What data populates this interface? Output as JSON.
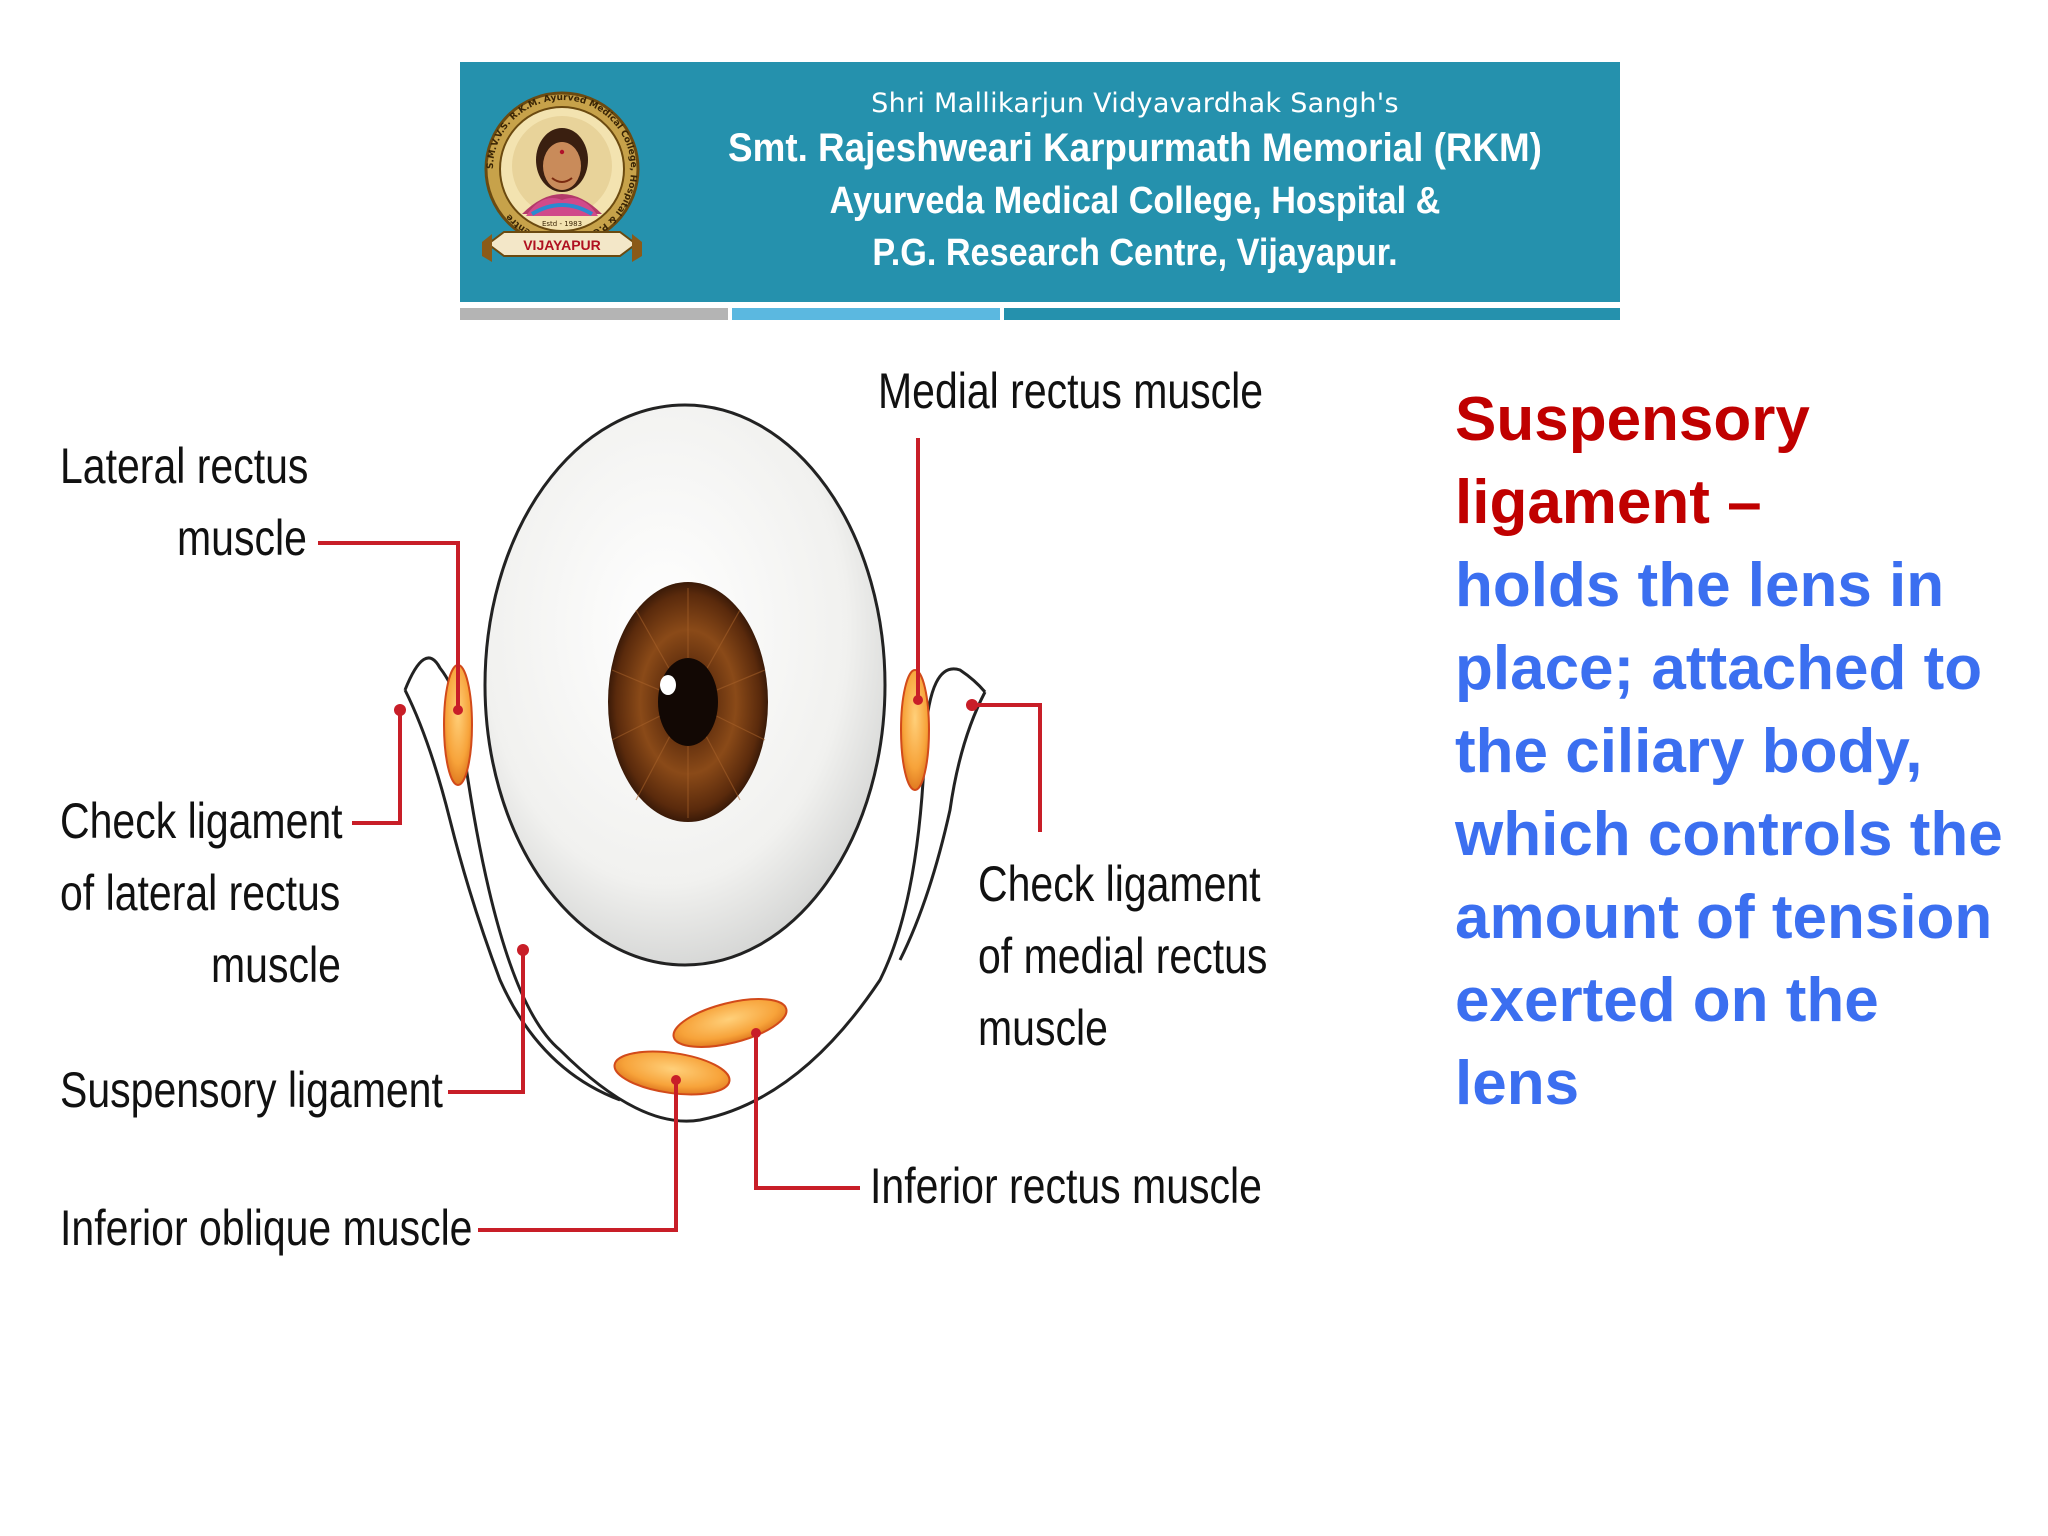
{
  "banner": {
    "line1": "Shri Mallikarjun Vidyavardhak Sangh's",
    "line2": "Smt. Rajeshweari Karpurmath Memorial (RKM)",
    "line3": "Ayurveda Medical College, Hospital &",
    "line4": "P.G. Research Centre, Vijayapur.",
    "seal_ribbon": "VIJAYAPUR",
    "seal_ring": "S.M.V.V.S. R.K.M. Ayurved Medical College, Hospital & P.G. Research Centre",
    "seal_estd": "Estd - 1983",
    "colors": {
      "background": "#2591ad",
      "stripe_grey": "#b4b4b4",
      "stripe_light": "#5bb8e0",
      "stripe_dark": "#2591ad"
    }
  },
  "diagram": {
    "labels": {
      "medial_rectus": "Medial rectus muscle",
      "lateral_rectus_1": "Lateral rectus",
      "lateral_rectus_2": "muscle",
      "check_lateral_1": "Check ligament",
      "check_lateral_2": "of lateral rectus",
      "check_lateral_3": "muscle",
      "check_medial_1": "Check ligament",
      "check_medial_2": "of medial rectus",
      "check_medial_3": "muscle",
      "suspensory": "Suspensory ligament",
      "inferior_oblique": "Inferior oblique muscle",
      "inferior_rectus": "Inferior rectus muscle"
    },
    "colors": {
      "leader_line": "#c81e28",
      "muscle_fill": "#f7a33a",
      "muscle_stroke": "#d24a1a",
      "iris": "#7a3a10",
      "sclera": "#f4f4f2"
    }
  },
  "side_text": {
    "heading": "Suspensory ligament –",
    "body": "holds the lens in place; attached to the ciliary body, which controls the amount of tension exerted on the lens",
    "colors": {
      "heading": "#c00000",
      "body": "#3b6ff0"
    }
  }
}
